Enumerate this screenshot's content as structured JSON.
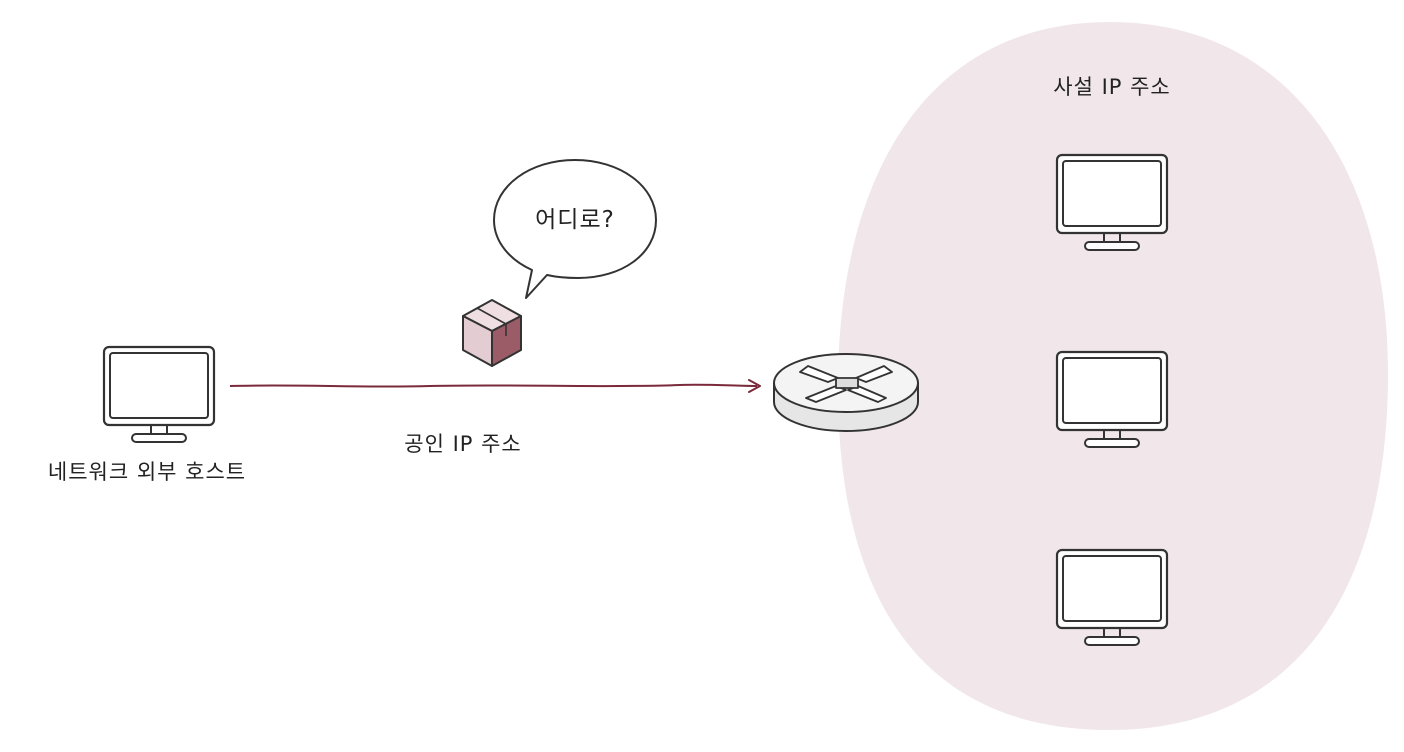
{
  "labels": {
    "private_ip": "사설 IP 주소",
    "public_ip": "공인 IP 주소",
    "external_host": "네트워크 외부 호스트",
    "speech": "어디로?"
  },
  "colors": {
    "private_region_fill": "#f1e7ea",
    "arrow": "#7a2a3a",
    "packet_light": "#e3cdd2",
    "packet_top": "#efdfe3",
    "packet_dark": "#9b5c68",
    "router_fill": "#f0f0f0",
    "outline": "#333333"
  },
  "icons": {
    "monitor": "monitor-icon",
    "router": "router-icon",
    "packet": "packet-box-icon",
    "speech_bubble": "speech-bubble"
  }
}
